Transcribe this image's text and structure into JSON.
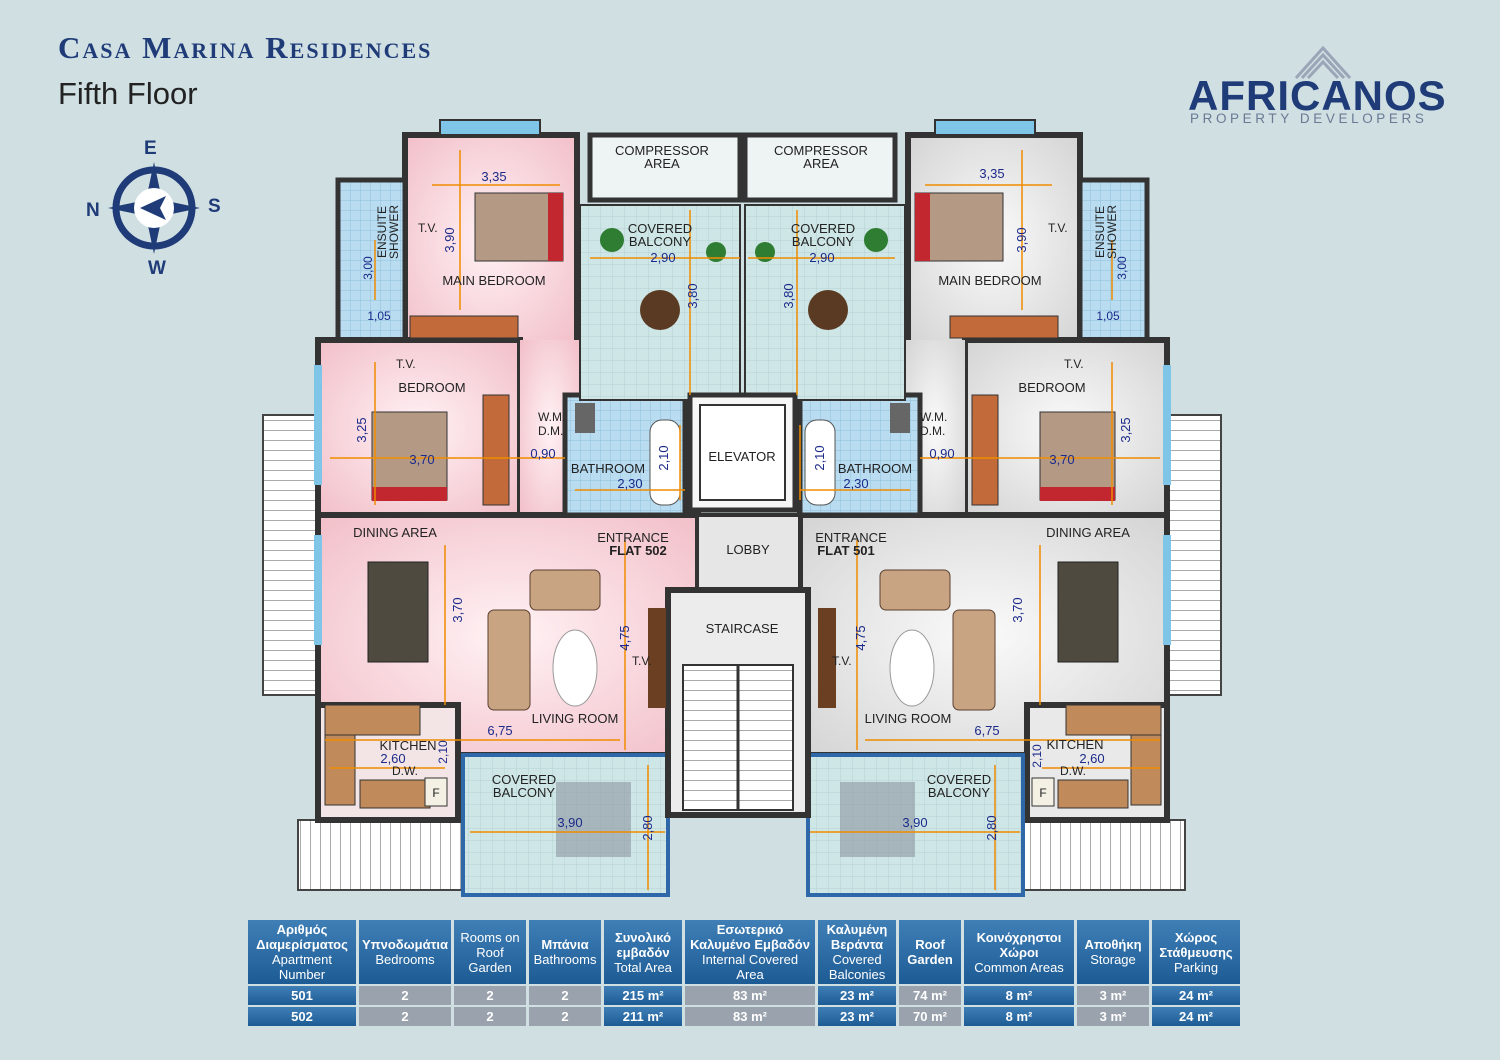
{
  "header": {
    "title": "Casa Marina Residences",
    "subtitle": "Fifth Floor",
    "logo_name": "AFRICANOS",
    "logo_sub": "PROPERTY DEVELOPERS"
  },
  "compass": {
    "e": "E",
    "n": "N",
    "s": "S",
    "w": "W"
  },
  "rooms": {
    "compressor": [
      "COMPRESSOR",
      "AREA"
    ],
    "covered_balcony": [
      "COVERED",
      "BALCONY"
    ],
    "main_bedroom": "MAIN BEDROOM",
    "ensuite_shower": [
      "ENSUITE",
      "SHOWER"
    ],
    "tv": "T.V.",
    "bedroom": "BEDROOM",
    "wm_dm": [
      "W.M.",
      "D.M."
    ],
    "bathroom": "BATHROOM",
    "elevator": "ELEVATOR",
    "lobby": "LOBBY",
    "staircase": "STAIRCASE",
    "entrance": "ENTRANCE",
    "flat_502": "FLAT 502",
    "flat_501": "FLAT 501",
    "dining_area": "DINING AREA",
    "living_room": "LIVING ROOM",
    "kitchen": "KITCHEN",
    "dw": "D.W.",
    "fridge": "F"
  },
  "dims": {
    "d335": "3,35",
    "d390": "3,90",
    "d300": "3,00",
    "d105": "1,05",
    "d290": "2,90",
    "d380": "3,80",
    "d325": "3,25",
    "d370": "3,70",
    "d090": "0,90",
    "d230": "2,30",
    "d210": "2,10",
    "d475": "4,75",
    "d675": "6,75",
    "d260": "2,60",
    "d280": "2,80"
  },
  "table": {
    "headers": [
      {
        "gr": "Αριθμός Διαμερίσματος",
        "en": "Apartment Number"
      },
      {
        "gr": "Υπνοδωμάτια",
        "en": "Bedrooms"
      },
      {
        "gr": "",
        "en": "Rooms on Roof Garden"
      },
      {
        "gr": "Μπάνια",
        "en": "Bathrooms"
      },
      {
        "gr": "Συνολικό εμβαδόν",
        "en": "Total Area"
      },
      {
        "gr": "Εσωτερικό Καλυμένο Εμβαδόν",
        "en": "Internal Covered Area"
      },
      {
        "gr": "Καλυμένη Βεράντα",
        "en": "Covered Balconies"
      },
      {
        "gr": "Roof Garden",
        "en": ""
      },
      {
        "gr": "Κοινόχρηστοι Χώροι",
        "en": "Common Areas"
      },
      {
        "gr": "Αποθήκη",
        "en": "Storage"
      },
      {
        "gr": "Χώρος Στάθμευσης",
        "en": "Parking"
      }
    ],
    "rows": [
      [
        "501",
        "2",
        "2",
        "2",
        "215 m²",
        "83 m²",
        "23 m²",
        "74 m²",
        "8 m²",
        "3 m²",
        "24 m²"
      ],
      [
        "502",
        "2",
        "2",
        "2",
        "211 m²",
        "83 m²",
        "23 m²",
        "70 m²",
        "8 m²",
        "3 m²",
        "24 m²"
      ]
    ]
  }
}
